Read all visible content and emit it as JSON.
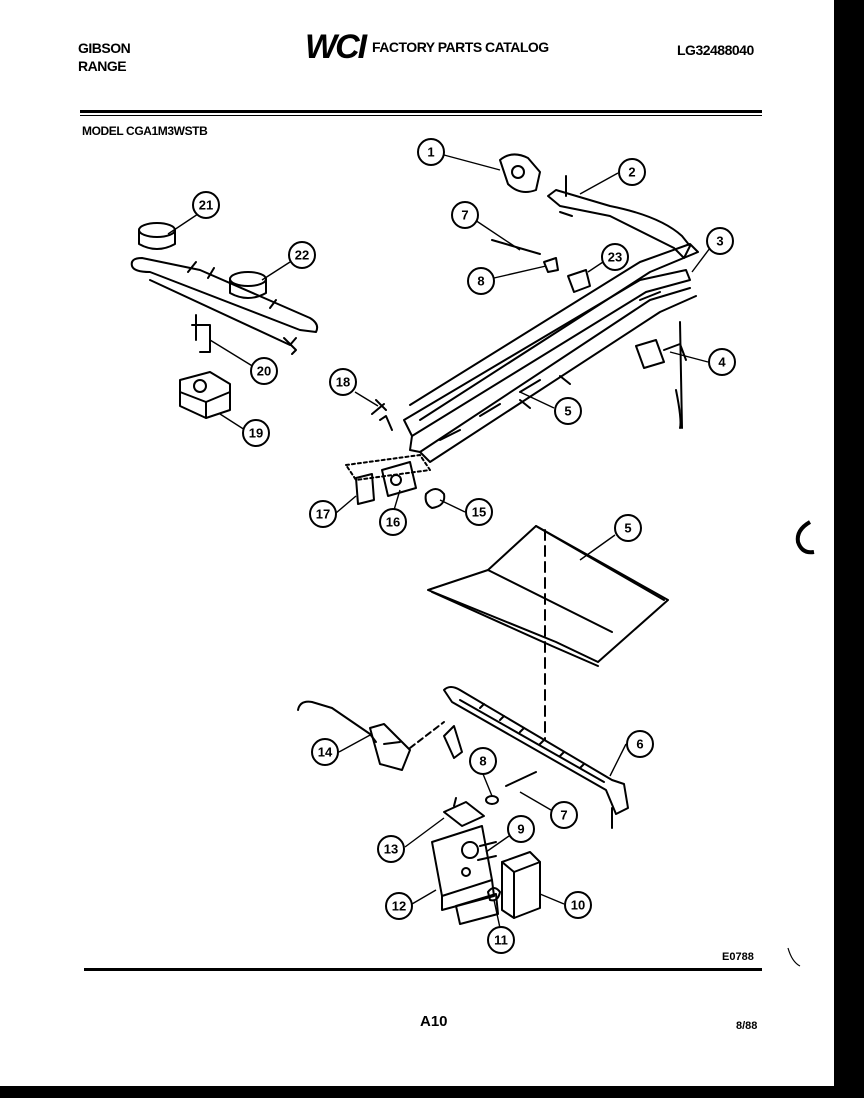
{
  "header": {
    "brand": "GIBSON",
    "product": "RANGE",
    "logo": "WCI",
    "catalog_title": "FACTORY PARTS CATALOG",
    "doc_number": "LG32488040"
  },
  "model_line": "MODEL CGA1M3WSTB",
  "figure_code": "E0788",
  "page_label": "A10",
  "date_code": "8/88",
  "callouts": [
    "1",
    "2",
    "3",
    "4",
    "5",
    "5",
    "6",
    "7",
    "7",
    "8",
    "8",
    "9",
    "10",
    "11",
    "12",
    "13",
    "14",
    "15",
    "16",
    "17",
    "18",
    "19",
    "20",
    "21",
    "22",
    "23"
  ],
  "icons": {
    "logo": "wci-logo",
    "binder-hole": "binder-hole-icon"
  }
}
